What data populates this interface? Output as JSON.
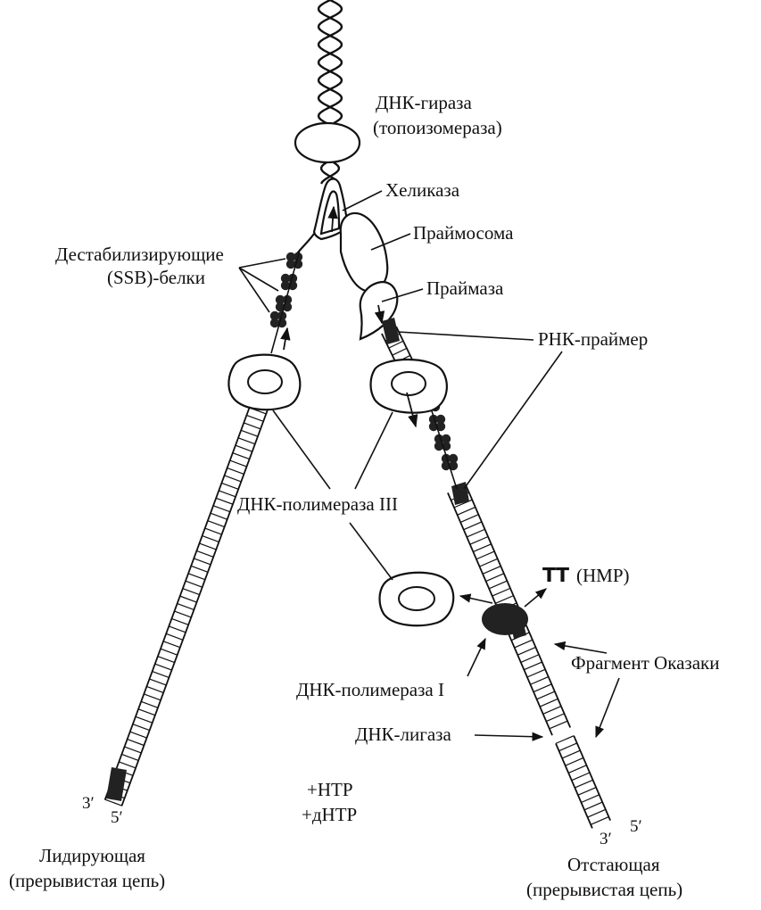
{
  "labels": {
    "gyrase_line1": "ДНК-гираза",
    "gyrase_line2": "(топоизомераза)",
    "helicase": "Хеликаза",
    "primosome": "Праймосома",
    "ssb_line1": "Дестабилизирующие",
    "ssb_line2": "(SSB)-белки",
    "primase": "Праймаза",
    "rna_primer": "РНК-праймер",
    "pol3": "ДНК-полимераза III",
    "nmp_symbol": "ꓔꓔ",
    "nmp": "(НМР)",
    "okazaki": "Фрагмент Оказаки",
    "pol1": "ДНК-полимераза I",
    "ligase": "ДНК-лигаза",
    "ntp_line1": "+НТР",
    "ntp_line2": "+дНТР",
    "leading_3prime": "3′",
    "leading_5prime": "5′",
    "lagging_3prime": "3′",
    "lagging_5prime": "5′",
    "leading_line1": "Лидирующая",
    "leading_line2": "(прерывистая цепь)",
    "lagging_line1": "Отстающая",
    "lagging_line2": "(прерывистая цепь)"
  },
  "colors": {
    "ink": "#111111",
    "background": "#ffffff",
    "protein_fill": "#ffffff",
    "primer_fill": "#222222"
  }
}
